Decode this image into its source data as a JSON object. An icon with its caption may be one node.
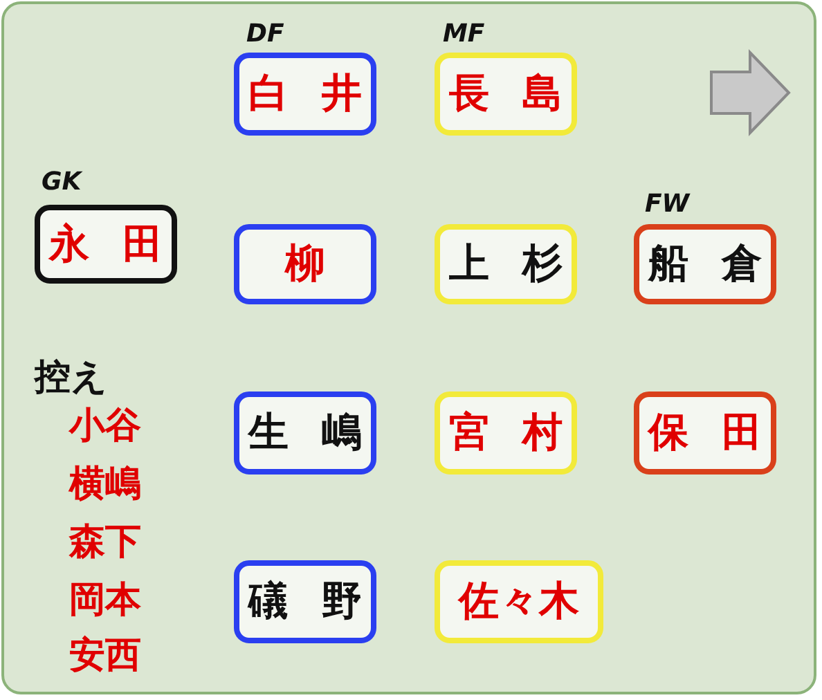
{
  "diagram": {
    "nodes": [
      {
        "text": [
          "永 田"
        ]
      },
      {
        "text": [
          "白 井"
        ]
      },
      {
        "text": [
          "柳"
        ]
      },
      {
        "text": [
          "生 嶋"
        ]
      },
      {
        "text": [
          "礒 野"
        ]
      },
      {
        "text": [
          "長 島"
        ]
      },
      {
        "text": [
          "上 杉"
        ]
      },
      {
        "text": [
          "宮 村"
        ]
      },
      {
        "text": [
          "佐々木"
        ]
      },
      {
        "text": [
          "船 倉"
        ]
      },
      {
        "text": [
          "保 田"
        ]
      }
    ],
    "labels": [
      "DF",
      "MF",
      "GK",
      "FW",
      "控え",
      "小谷",
      "横嶋",
      "森下",
      "岡本",
      "安西"
    ]
  }
}
